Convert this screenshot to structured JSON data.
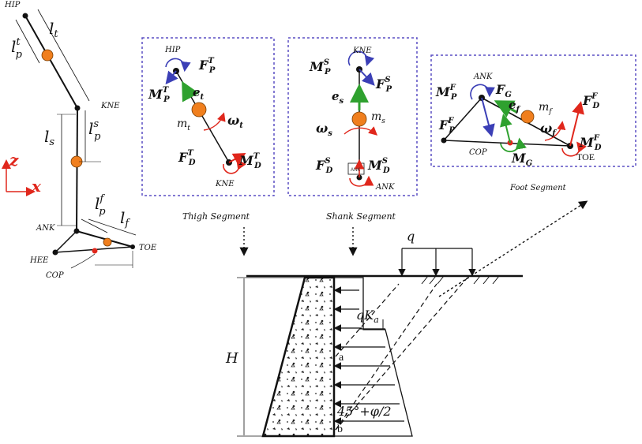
{
  "joints": {
    "hip": "HIP",
    "kne": "KNE",
    "ank": "ANK",
    "toe": "TOE",
    "hee": "HEE",
    "cop": "COP",
    "ank_box": "ANK"
  },
  "lengths": {
    "l_t": "l",
    "l_t_sub": "t",
    "l_pt": "l",
    "l_pt_sup": "t",
    "l_pt_sub": "p",
    "l_s": "l",
    "l_s_sub": "s",
    "l_ps": "l",
    "l_ps_sup": "s",
    "l_ps_sub": "p",
    "l_pf": "l",
    "l_pf_sup": "f",
    "l_pf_sub": "p",
    "l_f": "l",
    "l_f_sub": "f"
  },
  "axes": {
    "z": "z",
    "x": "x"
  },
  "thigh": {
    "caption": "Thigh Segment",
    "F": "F",
    "P": "P",
    "T": "T",
    "D": "D",
    "M": "M",
    "e": "e",
    "e_sub": "t",
    "m": "m",
    "m_sub": "t",
    "omega": "ω",
    "omega_sub": "t"
  },
  "shank": {
    "caption": "Shank Segment",
    "S": "S",
    "e_sub": "s",
    "m_sub": "s",
    "omega_sub": "s"
  },
  "foot": {
    "caption": "Foot Segment",
    "F_sup": "F",
    "G": "G",
    "e_sub": "f",
    "m_sub": "f",
    "omega_sub": "f"
  },
  "wall": {
    "q": "q",
    "qKa": "qK",
    "qKa_sub": "a",
    "H": "H",
    "a": "a",
    "b": "b",
    "angle": "45°+φ/2"
  },
  "colors": {
    "box": "#5a4fc4",
    "red": "#e0271c",
    "blue": "#3b3fb6",
    "green": "#2fa12f",
    "orange": "#f07f1e",
    "axis_red": "#e0271c"
  }
}
